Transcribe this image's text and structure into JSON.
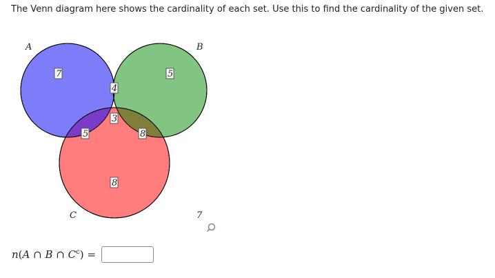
{
  "instruction": "The Venn diagram here shows the cardinality of each set. Use this to find the cardinality of the given set.",
  "venn": {
    "sets": {
      "A": {
        "label": "A",
        "color": "#6f6ff8"
      },
      "B": {
        "label": "B",
        "color": "#6cba6c"
      },
      "C": {
        "label": "C",
        "color": "#ff6f6f"
      }
    },
    "regions": {
      "A_only": "7",
      "B_only": "5",
      "C_only": "8",
      "A_and_B_only": "4",
      "A_and_C_only": "5",
      "B_and_C_only": "8",
      "A_and_B_and_C": "3",
      "outside": "7"
    }
  },
  "question": {
    "n": "n",
    "open_paren": "(",
    "A": "A",
    "cap1": " ∩ ",
    "B": "B",
    "cap2": " ∩ ",
    "C": "C",
    "complement": "c",
    "close_paren": ")",
    "equals": " = "
  },
  "answer": {
    "value": "",
    "placeholder": ""
  },
  "icons": {
    "zoom": "magnifier-icon"
  }
}
